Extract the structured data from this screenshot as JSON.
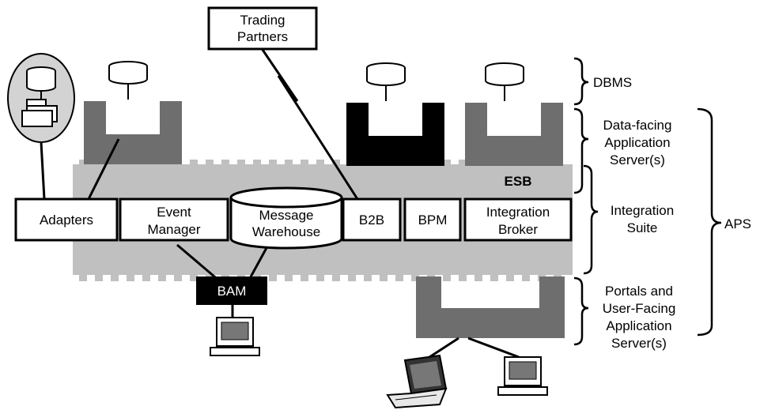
{
  "diagram": {
    "external": {
      "trading_partners": [
        "Trading",
        "Partners"
      ]
    },
    "bus": {
      "label": "ESB"
    },
    "components": {
      "adapters": "Adapters",
      "event_manager": [
        "Event",
        "Manager"
      ],
      "message_warehouse": [
        "Message",
        "Warehouse"
      ],
      "b2b": "B2B",
      "bpm": "BPM",
      "integration_broker": [
        "Integration",
        "Broker"
      ],
      "bam": "BAM"
    },
    "layers": {
      "dbms": "DBMS",
      "data_facing": [
        "Data-facing",
        "Application",
        "Server(s)"
      ],
      "integration_suite": [
        "Integration",
        "Suite"
      ],
      "portals": [
        "Portals and",
        "User-Facing",
        "Application",
        "Server(s)"
      ],
      "aps": "APS"
    },
    "colors": {
      "bus_gray": "#c0c0c0",
      "server_gray": "#6e6e6e",
      "server_black": "#000000",
      "legacy_circle": "#d3d3d3"
    }
  }
}
